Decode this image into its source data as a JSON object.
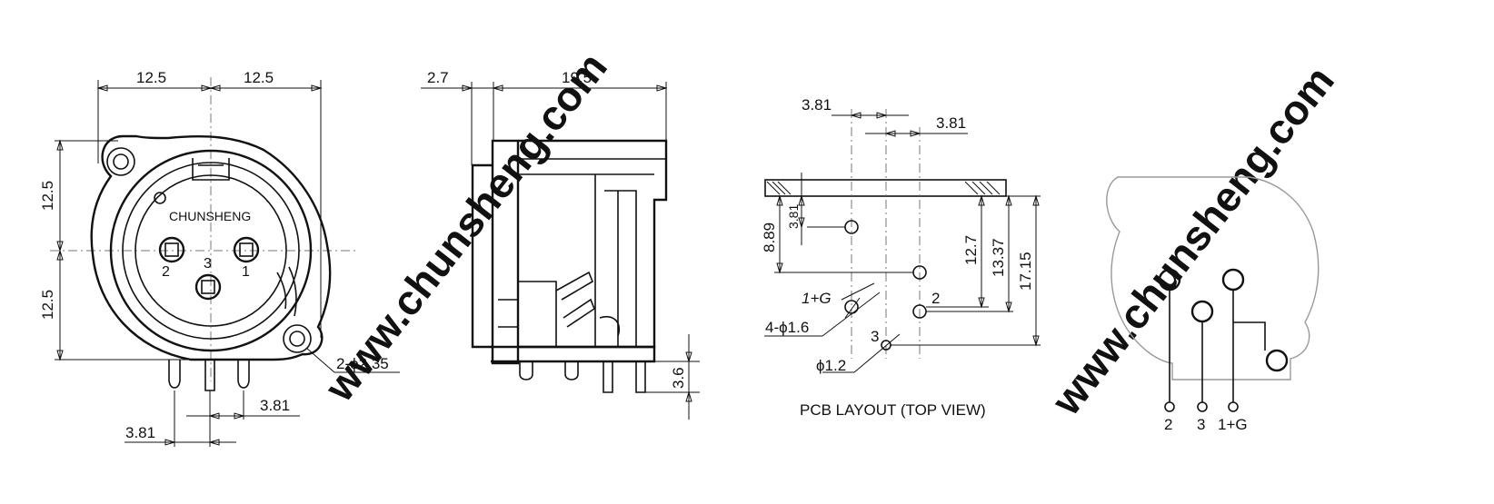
{
  "watermark": {
    "text_1": "www.chunsheng.com",
    "text_2": "www.chunsheng.com"
  },
  "front_view": {
    "brand": "CHUNSHENG",
    "pins": [
      "2",
      "3",
      "1"
    ],
    "dimensions": {
      "top_left_width": "12.5",
      "top_right_width": "12.5",
      "left_upper_height": "12.5",
      "left_lower_height": "12.5",
      "mount_holes": "2-ϕ2.35",
      "pin_pitch_right": "3.81",
      "pin_pitch_left": "3.81"
    }
  },
  "side_view": {
    "dimensions": {
      "flange": "2.7",
      "body_depth": "19.5",
      "pin_length": "3.6"
    }
  },
  "pcb_layout": {
    "caption": "PCB LAYOUT (TOP VIEW)",
    "dimensions": {
      "top_left_offset": "3.81",
      "top_right_offset": "3.81",
      "panel_to_peg": "3.81",
      "left_height": "8.89",
      "h_12_7": "12.7",
      "h_13_37": "13.37",
      "h_17_15": "17.15",
      "holes": "4-ϕ1.6",
      "small_hole": "ϕ1.2"
    },
    "pin_labels": {
      "pin_1G": "1+G",
      "pin_2": "2",
      "pin_3": "3"
    }
  },
  "schematic": {
    "pins": [
      "2",
      "3",
      "1+G"
    ]
  },
  "colors": {
    "line": "#111111",
    "watermark": "#e8e8e8",
    "background": "#ffffff"
  }
}
